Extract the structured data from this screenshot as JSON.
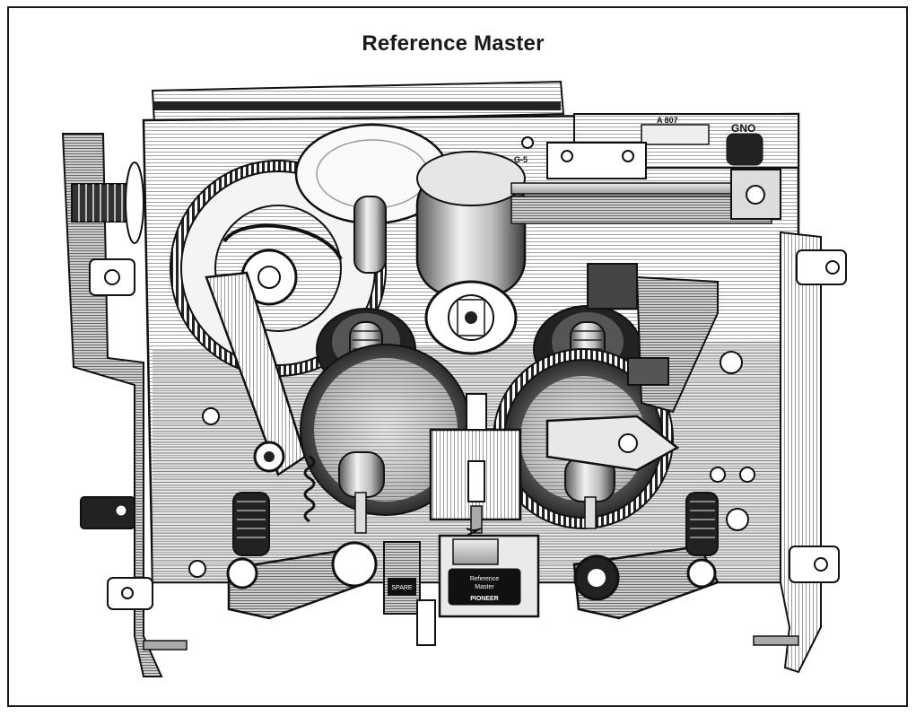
{
  "title": "Reference Master",
  "labels": {
    "gnd": "GNO",
    "board_codes": [
      "G-5",
      "A 807"
    ],
    "head_brand_line1": "Reference",
    "head_brand_line2": "Master",
    "head_maker": "PIONEER",
    "small_plate": "SPARE"
  },
  "colors": {
    "ink": "#111111",
    "paper": "#ffffff",
    "mid_gray": "#8a8a8a",
    "light_gray": "#d6d6d6"
  }
}
